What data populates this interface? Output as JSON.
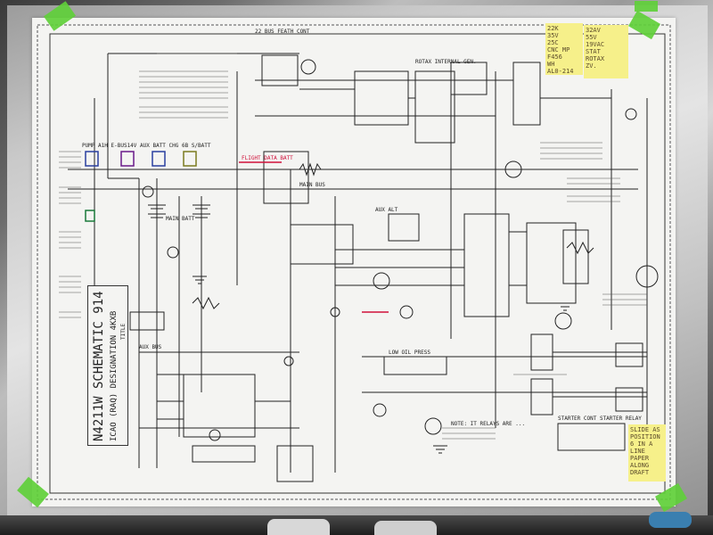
{
  "schematic": {
    "title_line1": "N4211W  SCHEMATIC 914",
    "title_line2": "ICAO (RAQ) DESIGNATION  4KXB",
    "title_small": "TITLE",
    "bus_top": "22 BUS FEATH CONT",
    "aux_bus": "AUX BUS",
    "main_bus": "MAIN BUS",
    "charge_pumps": "PUMP A1H  E-BUS14V  AUX BATT  CHG 6B  S/BATT",
    "flight_data": "FLIGHT DATA BATT",
    "aux_alt": "AUX ALT",
    "main_batt": "MAIN BATT",
    "right_panel": "STARTER  CONT  STARTER RELAY",
    "low_oil": "LOW OIL PRESS",
    "note_bottom": "NOTE: IT RELAYS ARE ...",
    "gen_label": "ROTAX INTERNAL GEN."
  },
  "sticky_notes": {
    "top_left": [
      "22K",
      "35V",
      "25C",
      "CNC MP",
      "F456",
      "WH",
      "AL0-214"
    ],
    "top_right": [
      "32AV",
      "55V",
      "19VAC",
      "STAT",
      "ROTAX",
      "ZV."
    ],
    "bottom_right": [
      "SLIDE AS",
      "POSITION",
      "6 IN A LINE",
      "PAPER",
      "ALONG",
      "DRAFT"
    ]
  },
  "colors": {
    "paper": "#f4f4f2",
    "ink": "#222222",
    "tape": "#5fcf3a",
    "sticky": "#f6f08a",
    "red_ink": "#d0103a",
    "blue_ink": "#2a3fa0"
  }
}
